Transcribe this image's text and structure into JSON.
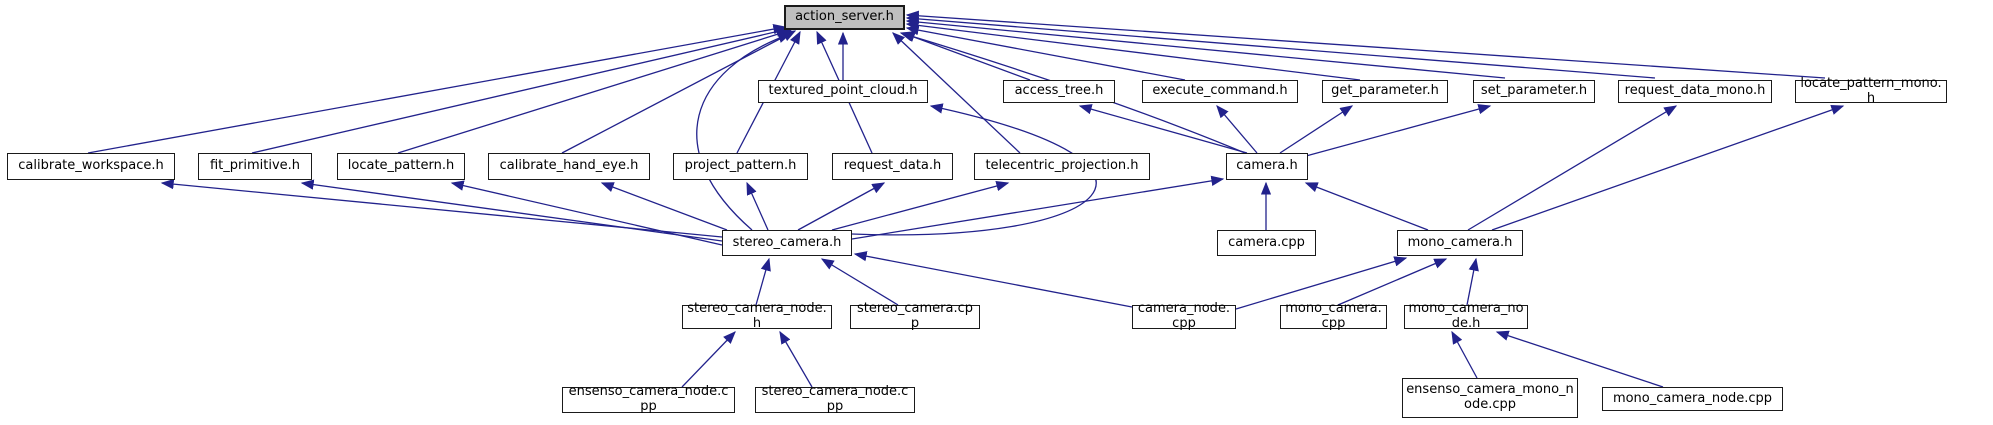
{
  "diagram": {
    "type": "include-dependency-graph",
    "root": "action_server.h",
    "colors": {
      "edge": "#22228c",
      "node_fill": "#ffffff",
      "node_border": "#1a1a1a",
      "highlight_fill": "#bfbfbf",
      "text": "#000000"
    },
    "nodes": [
      {
        "id": "action_server.h",
        "label": "action_server.h",
        "highlighted": true
      },
      {
        "id": "textured_point_cloud.h",
        "label": "textured_point_cloud.h",
        "highlighted": false
      },
      {
        "id": "access_tree.h",
        "label": "access_tree.h",
        "highlighted": false
      },
      {
        "id": "execute_command.h",
        "label": "execute_command.h",
        "highlighted": false
      },
      {
        "id": "get_parameter.h",
        "label": "get_parameter.h",
        "highlighted": false
      },
      {
        "id": "set_parameter.h",
        "label": "set_parameter.h",
        "highlighted": false
      },
      {
        "id": "request_data_mono.h",
        "label": "request_data_mono.h",
        "highlighted": false
      },
      {
        "id": "locate_pattern_mono.h",
        "label": "locate_pattern_mono.h",
        "highlighted": false
      },
      {
        "id": "calibrate_workspace.h",
        "label": "calibrate_workspace.h",
        "highlighted": false
      },
      {
        "id": "fit_primitive.h",
        "label": "fit_primitive.h",
        "highlighted": false
      },
      {
        "id": "locate_pattern.h",
        "label": "locate_pattern.h",
        "highlighted": false
      },
      {
        "id": "calibrate_hand_eye.h",
        "label": "calibrate_hand_eye.h",
        "highlighted": false
      },
      {
        "id": "project_pattern.h",
        "label": "project_pattern.h",
        "highlighted": false
      },
      {
        "id": "request_data.h",
        "label": "request_data.h",
        "highlighted": false
      },
      {
        "id": "telecentric_projection.h",
        "label": "telecentric_projection.h",
        "highlighted": false
      },
      {
        "id": "camera.h",
        "label": "camera.h",
        "highlighted": false
      },
      {
        "id": "stereo_camera.h",
        "label": "stereo_camera.h",
        "highlighted": false
      },
      {
        "id": "camera.cpp",
        "label": "camera.cpp",
        "highlighted": false
      },
      {
        "id": "mono_camera.h",
        "label": "mono_camera.h",
        "highlighted": false
      },
      {
        "id": "stereo_camera_node.h",
        "label": "stereo_camera_node.h",
        "highlighted": false
      },
      {
        "id": "stereo_camera.cpp",
        "label": "stereo_camera.cpp",
        "highlighted": false
      },
      {
        "id": "camera_node.cpp",
        "label": "camera_node.cpp",
        "highlighted": false
      },
      {
        "id": "mono_camera.cpp",
        "label": "mono_camera.cpp",
        "highlighted": false
      },
      {
        "id": "mono_camera_node.h",
        "label": "mono_camera_node.h",
        "highlighted": false
      },
      {
        "id": "ensenso_camera_node.cpp",
        "label": "ensenso_camera_node.cpp",
        "highlighted": false
      },
      {
        "id": "stereo_camera_node.cpp",
        "label": "stereo_camera_node.cpp",
        "highlighted": false
      },
      {
        "id": "ensenso_camera_mono_node.cpp",
        "label": "ensenso_camera_mono_node.cpp",
        "highlighted": false
      },
      {
        "id": "mono_camera_node.cpp",
        "label": "mono_camera_node.cpp",
        "highlighted": false
      }
    ],
    "edges": [
      {
        "from": "textured_point_cloud.h",
        "to": "action_server.h"
      },
      {
        "from": "access_tree.h",
        "to": "action_server.h"
      },
      {
        "from": "execute_command.h",
        "to": "action_server.h"
      },
      {
        "from": "get_parameter.h",
        "to": "action_server.h"
      },
      {
        "from": "set_parameter.h",
        "to": "action_server.h"
      },
      {
        "from": "request_data_mono.h",
        "to": "action_server.h"
      },
      {
        "from": "locate_pattern_mono.h",
        "to": "action_server.h"
      },
      {
        "from": "calibrate_workspace.h",
        "to": "action_server.h"
      },
      {
        "from": "fit_primitive.h",
        "to": "action_server.h"
      },
      {
        "from": "locate_pattern.h",
        "to": "action_server.h"
      },
      {
        "from": "calibrate_hand_eye.h",
        "to": "action_server.h"
      },
      {
        "from": "project_pattern.h",
        "to": "action_server.h"
      },
      {
        "from": "request_data.h",
        "to": "action_server.h"
      },
      {
        "from": "telecentric_projection.h",
        "to": "action_server.h"
      },
      {
        "from": "camera.h",
        "to": "action_server.h"
      },
      {
        "from": "stereo_camera.h",
        "to": "action_server.h"
      },
      {
        "from": "camera.h",
        "to": "access_tree.h"
      },
      {
        "from": "camera.h",
        "to": "execute_command.h"
      },
      {
        "from": "camera.h",
        "to": "get_parameter.h"
      },
      {
        "from": "camera.h",
        "to": "set_parameter.h"
      },
      {
        "from": "stereo_camera.h",
        "to": "calibrate_workspace.h"
      },
      {
        "from": "stereo_camera.h",
        "to": "fit_primitive.h"
      },
      {
        "from": "stereo_camera.h",
        "to": "locate_pattern.h"
      },
      {
        "from": "stereo_camera.h",
        "to": "calibrate_hand_eye.h"
      },
      {
        "from": "stereo_camera.h",
        "to": "project_pattern.h"
      },
      {
        "from": "stereo_camera.h",
        "to": "request_data.h"
      },
      {
        "from": "stereo_camera.h",
        "to": "telecentric_projection.h"
      },
      {
        "from": "stereo_camera.h",
        "to": "camera.h"
      },
      {
        "from": "stereo_camera.h",
        "to": "textured_point_cloud.h"
      },
      {
        "from": "mono_camera.h",
        "to": "camera.h"
      },
      {
        "from": "mono_camera.h",
        "to": "request_data_mono.h"
      },
      {
        "from": "mono_camera.h",
        "to": "locate_pattern_mono.h"
      },
      {
        "from": "camera.cpp",
        "to": "camera.h"
      },
      {
        "from": "stereo_camera_node.h",
        "to": "stereo_camera.h"
      },
      {
        "from": "stereo_camera.cpp",
        "to": "stereo_camera.h"
      },
      {
        "from": "camera_node.cpp",
        "to": "stereo_camera.h"
      },
      {
        "from": "camera_node.cpp",
        "to": "mono_camera.h"
      },
      {
        "from": "mono_camera.cpp",
        "to": "mono_camera.h"
      },
      {
        "from": "mono_camera_node.h",
        "to": "mono_camera.h"
      },
      {
        "from": "ensenso_camera_node.cpp",
        "to": "stereo_camera_node.h"
      },
      {
        "from": "stereo_camera_node.cpp",
        "to": "stereo_camera_node.h"
      },
      {
        "from": "ensenso_camera_mono_node.cpp",
        "to": "mono_camera_node.h"
      },
      {
        "from": "mono_camera_node.cpp",
        "to": "mono_camera_node.h"
      }
    ]
  }
}
